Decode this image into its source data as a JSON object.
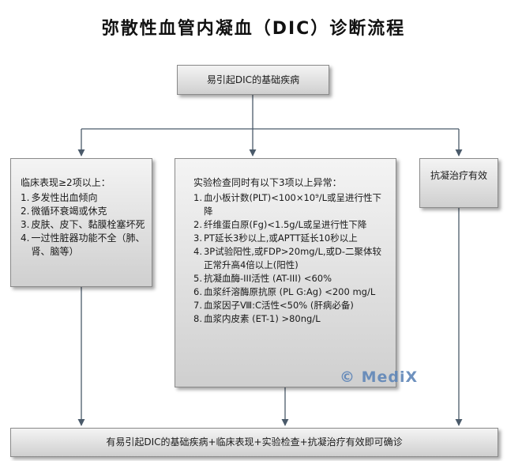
{
  "title": "弥散性血管内凝血（DIC）诊断流程",
  "root_box": "易引起DIC的基础疾病",
  "clinical": {
    "heading": "临床表现≥2项以上：",
    "items": [
      {
        "num": "1.",
        "text": "多发性出血倾向"
      },
      {
        "num": "2.",
        "text": "微循环衰竭或休克"
      },
      {
        "num": "3.",
        "text": "皮肤、皮下、黏膜栓塞坏死"
      },
      {
        "num": "4.",
        "text": "一过性脏器功能不全（肺、肾、脑等）"
      }
    ]
  },
  "lab": {
    "heading": "实验检查同时有以下3项以上异常：",
    "items": [
      {
        "num": "1.",
        "text": "血小板计数(PLT)<100×10⁹/L或呈进行性下降"
      },
      {
        "num": "2.",
        "text": "纤维蛋白原(Fg)<1.5g/L或呈进行性下降"
      },
      {
        "num": "3.",
        "text": "PT延长3秒以上,或APTT延长10秒以上"
      },
      {
        "num": "4.",
        "text": "3P试验阳性,或FDP>20mg/L,或D-二聚体较正常升高4倍以上(阳性)"
      },
      {
        "num": "5.",
        "text": "抗凝血酶-III活性 (AT-III) <60%"
      },
      {
        "num": "6.",
        "text": "血浆纤溶酶原抗原 (PL G:Ag) <200 mg/L"
      },
      {
        "num": "7.",
        "text": "血浆因子Ⅷ:C活性<50% (肝病必备)"
      },
      {
        "num": "8.",
        "text": "血浆内皮素 (ET-1) >80ng/L"
      }
    ]
  },
  "therapy_box": "抗凝治疗有效",
  "final_box": "有易引起DIC的基础疾病+临床表现+实验检查+抗凝治疗有效即可确诊",
  "watermark": "© MediX",
  "colors": {
    "line": "#4a5a6a",
    "box_top": "#f4f4f4",
    "box_bottom": "#cfcfcf",
    "watermark": "#5f86b8"
  }
}
